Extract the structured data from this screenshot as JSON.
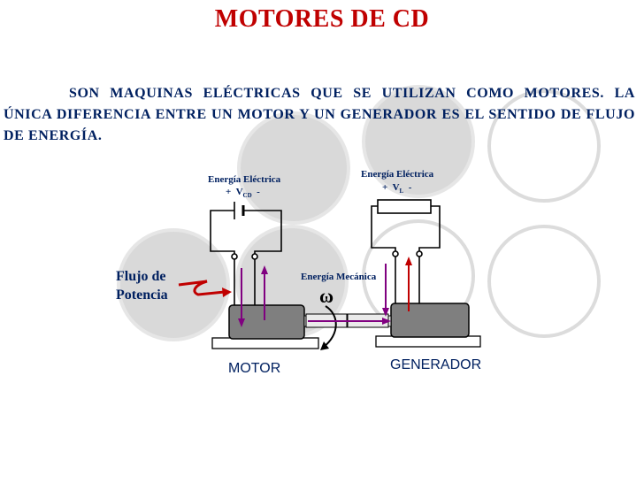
{
  "title": "MOTORES DE CD",
  "description": "SON MAQUINAS ELÉCTRICAS QUE SE UTILIZAN COMO MOTORES. LA ÚNICA DIFERENCIA ENTRE UN MOTOR Y UN GENERADOR ES EL SENTIDO DE FLUJO DE ENERGÍA.",
  "diagram": {
    "motor_energy_label": "Energía Eléctrica",
    "motor_voltage_plus": "+",
    "motor_voltage_symbol": "V",
    "motor_voltage_subscript": "CD",
    "motor_voltage_minus": "-",
    "generator_energy_label": "Energía Eléctrica",
    "generator_voltage_plus": "+",
    "generator_voltage_symbol": "V",
    "generator_voltage_subscript": "L",
    "generator_voltage_minus": "-",
    "power_flow_label_line1": "Flujo de",
    "power_flow_label_line2": "Potencia",
    "mechanical_energy_label": "Energía Mecánica",
    "omega_symbol": "ω",
    "motor_label": "MOTOR",
    "generator_label": "GENERADOR"
  },
  "colors": {
    "title": "#c00000",
    "text": "#002060",
    "decor_circle_fill": "#d8d8d8",
    "arrow_purple": "#800080",
    "arrow_red": "#c00000"
  }
}
